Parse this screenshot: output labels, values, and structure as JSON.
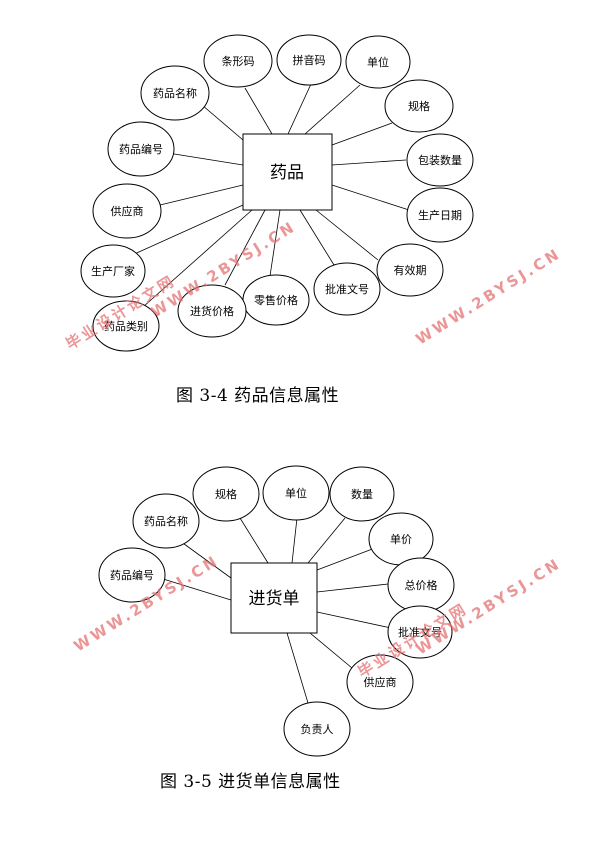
{
  "diagram1": {
    "center": "药品",
    "attributes": [
      "条形码",
      "拼音码",
      "单位",
      "规格",
      "包装数量",
      "生产日期",
      "有效期",
      "批准文号",
      "零售价格",
      "进货价格",
      "药品类别",
      "生产厂家",
      "供应商",
      "药品编号",
      "药品名称"
    ],
    "caption": "图 3-4  药品信息属性"
  },
  "diagram2": {
    "center": "进货单",
    "attributes": [
      "规格",
      "单位",
      "数量",
      "单价",
      "总价格",
      "批准文号",
      "供应商",
      "负责人",
      "药品编号",
      "药品名称"
    ],
    "caption": "图 3-5  进货单信息属性"
  },
  "watermarks": {
    "url": "WWW.2BYSJ.CN",
    "site": "毕业设计论文网"
  },
  "colors": {
    "watermark": "#e57373"
  }
}
